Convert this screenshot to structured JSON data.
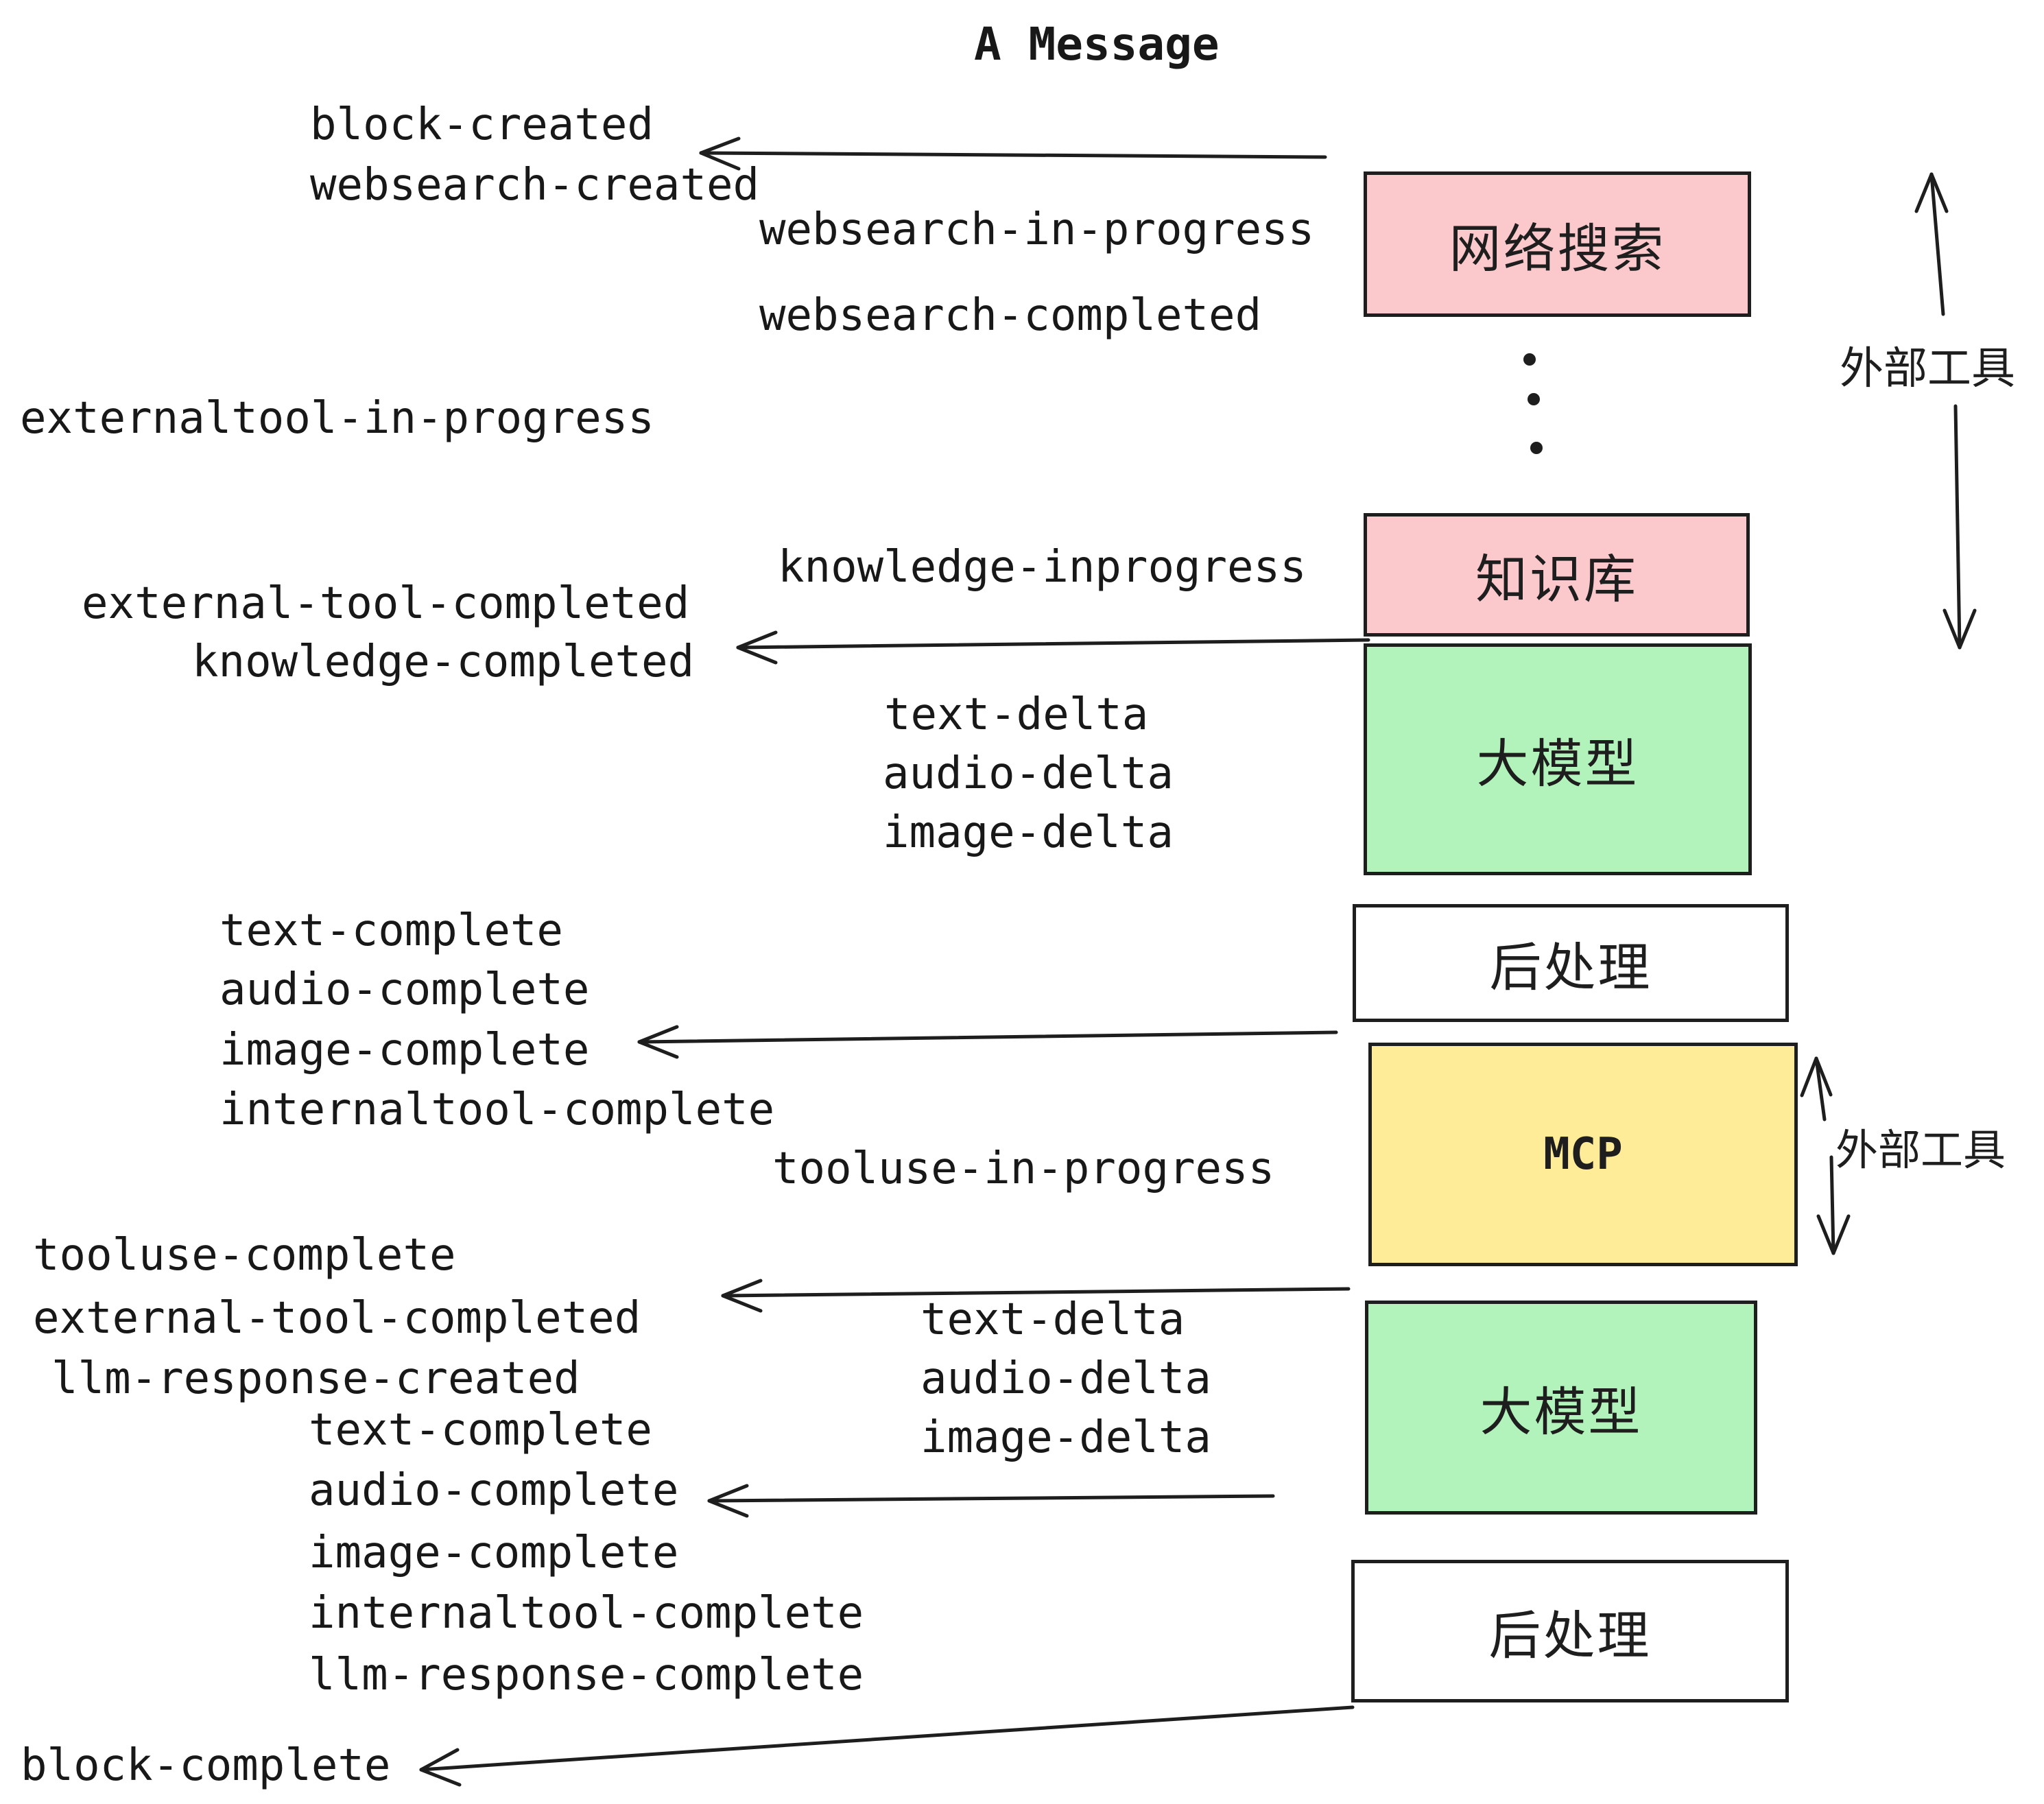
{
  "title": "A Message",
  "colors": {
    "pink": "#fbc9cc",
    "green": "#b2f2bb",
    "yellow": "#ffec99",
    "white": "#ffffff",
    "ink": "#1e1e1e"
  },
  "boxes": {
    "websearch": {
      "label": "网络搜索"
    },
    "knowledge": {
      "label": "知识库"
    },
    "llm1": {
      "label": "大模型"
    },
    "post1": {
      "label": "后处理"
    },
    "mcp": {
      "label": "MCP"
    },
    "llm2": {
      "label": "大模型"
    },
    "post2": {
      "label": "后处理"
    }
  },
  "side_labels": {
    "external_tools_top": "外部工具",
    "external_tools_mid": "外部工具"
  },
  "events": {
    "block_created": "block-created",
    "websearch_created": "websearch-created",
    "websearch_in_progress": "websearch-in-progress",
    "websearch_completed": "websearch-completed",
    "externaltool_in_progress": "externaltool-in-progress",
    "knowledge_inprogress": "knowledge-inprogress",
    "external_tool_completed_1": "external-tool-completed",
    "knowledge_completed": "knowledge-completed",
    "text_delta_1": "text-delta",
    "audio_delta_1": "audio-delta",
    "image_delta_1": "image-delta",
    "text_complete_1": "text-complete",
    "audio_complete_1": "audio-complete",
    "image_complete_1": "image-complete",
    "internaltool_complete_1": "internaltool-complete",
    "tooluse_in_progress": "tooluse-in-progress",
    "tooluse_complete": "tooluse-complete",
    "external_tool_completed_2": "external-tool-completed",
    "llm_response_created": "llm-response-created",
    "text_delta_2": "text-delta",
    "audio_delta_2": "audio-delta",
    "image_delta_2": "image-delta",
    "text_complete_2": "text-complete",
    "audio_complete_2": "audio-complete",
    "image_complete_2": "image-complete",
    "internaltool_complete_2": "internaltool-complete",
    "llm_response_complete": "llm-response-complete",
    "block_complete": "block-complete"
  }
}
